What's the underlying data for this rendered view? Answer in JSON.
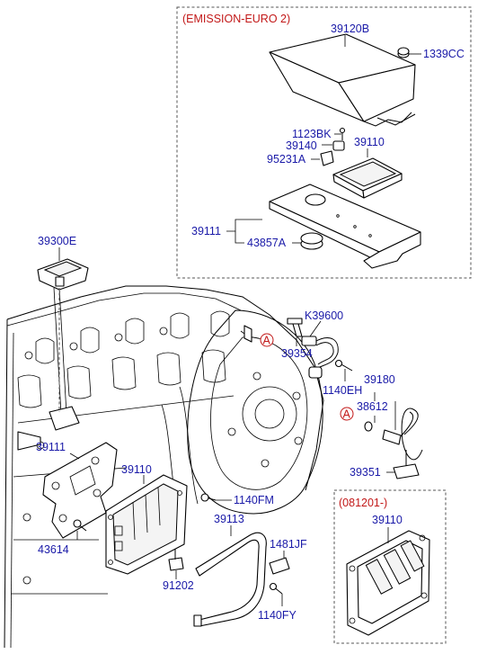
{
  "boxes": {
    "emission_title": "(EMISSION-EURO 2)",
    "variant_title": "(081201-)"
  },
  "ref_marker": "A",
  "labels": {
    "p39120B": "39120B",
    "p1339CC": "1339CC",
    "p1123BK": "1123BK",
    "p39140": "39140",
    "p39110_top": "39110",
    "p95231A": "95231A",
    "p39111_top": "39111",
    "p43857A": "43857A",
    "p39300E": "39300E",
    "pK39600": "K39600",
    "p39354": "39354",
    "p1140EH": "1140EH",
    "p39180": "39180",
    "p38612": "38612",
    "p39351": "39351",
    "p39111_main": "39111",
    "p39110_main": "39110",
    "p1140FM": "1140FM",
    "p43614": "43614",
    "p39113": "39113",
    "p1481JF": "1481JF",
    "p91202": "91202",
    "p1140FY": "1140FY",
    "p39110_box": "39110"
  },
  "colors": {
    "label": "#1a1aa8",
    "title": "#c21818",
    "line": "#000000"
  }
}
